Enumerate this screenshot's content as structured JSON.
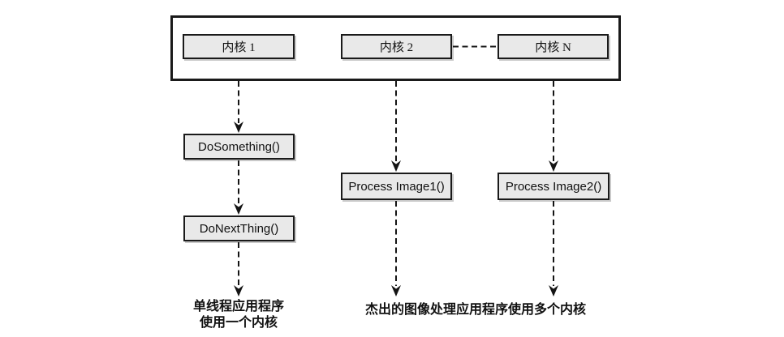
{
  "diagram": {
    "cpu_box": {
      "cores": [
        {
          "label": "内核 1"
        },
        {
          "label": "内核 2"
        },
        {
          "label": "内核 N"
        }
      ]
    },
    "functions": [
      {
        "label": "DoSomething()"
      },
      {
        "label": "DoNextThing()"
      },
      {
        "label": "Process Image1()"
      },
      {
        "label": "Process Image2()"
      }
    ],
    "captions": {
      "single_thread_line1": "单线程应用程序",
      "single_thread_line2": "使用一个内核",
      "multi_core": "杰出的图像处理应用程序使用多个内核"
    },
    "colors": {
      "box_fill": "#e9e9e9",
      "box_border": "#1a1a1a",
      "line": "#141414",
      "background": "#ffffff"
    }
  }
}
